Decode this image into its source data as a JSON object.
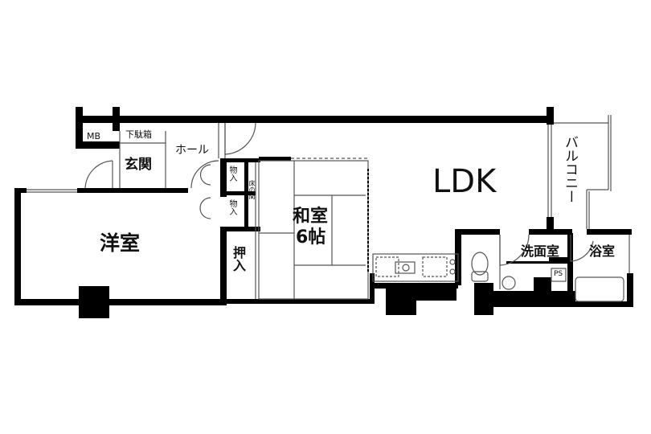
{
  "floorplan": {
    "rooms": {
      "mb": "MB",
      "shoe_box": "下駄箱",
      "genkan": "玄関",
      "hall": "ホール",
      "storage1": "物入",
      "storage2": "物入",
      "tokonoma": "床の間",
      "closet": "押入",
      "washitsu_name": "和室",
      "washitsu_size": "6帖",
      "ldk": "LDK",
      "balcony": "バルコニー",
      "youshitsu": "洋室",
      "washroom": "洗面室",
      "bathroom": "浴室",
      "ps": "PS"
    },
    "colors": {
      "wall": "#000000",
      "line": "#555555",
      "background": "#ffffff"
    }
  }
}
